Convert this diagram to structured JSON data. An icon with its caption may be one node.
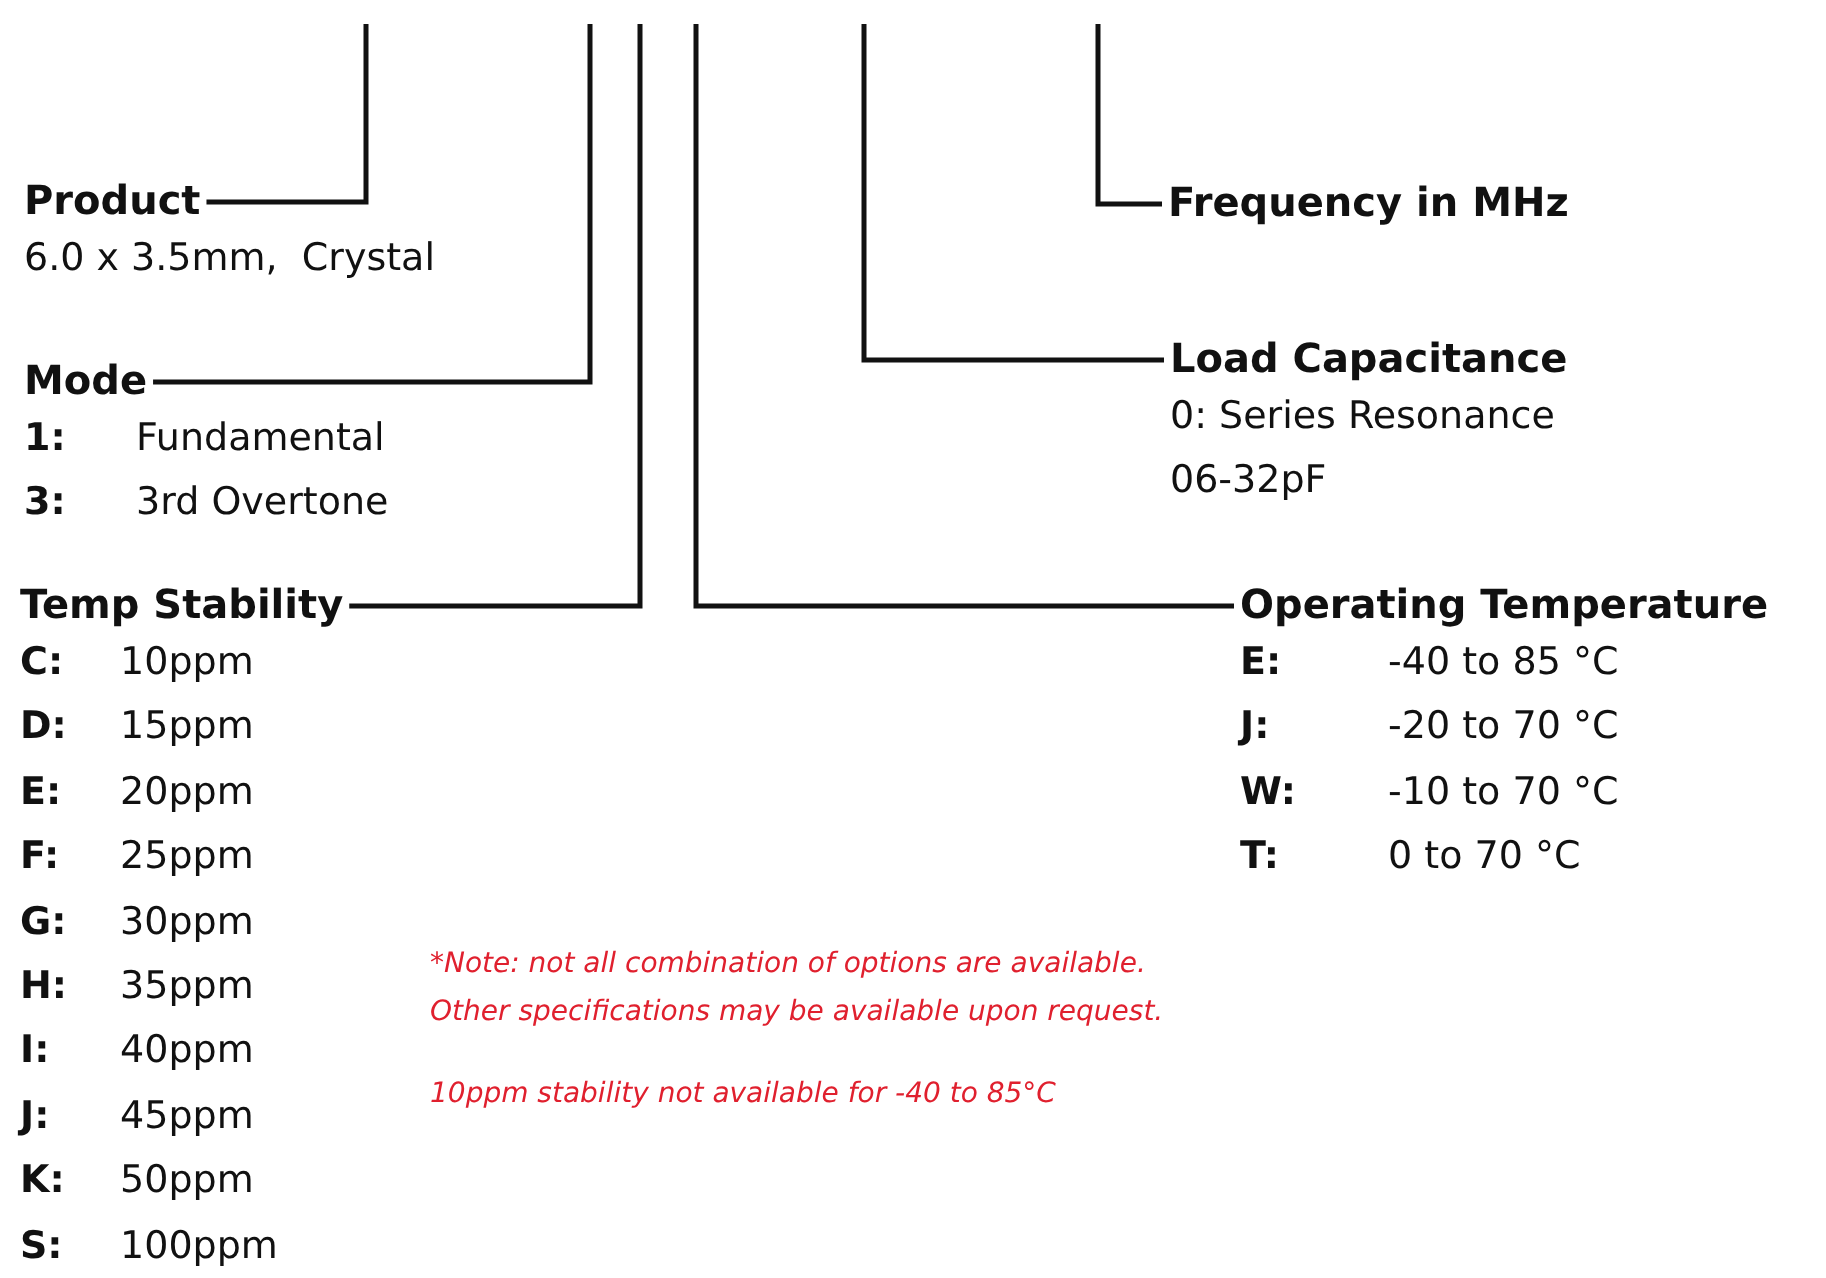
{
  "diagram": {
    "nodes": [
      {
        "text": [
          "Product",
          "6.0 x 3.5mm,  Crystal"
        ]
      },
      {
        "text": [
          "Frequency in MHz"
        ]
      },
      {
        "text": [
          "Mode",
          "**1:** Fundamental",
          "**3:** 3rd Overtone"
        ]
      },
      {
        "text": [
          "Load Capacitance",
          "0: Series Resonance",
          "06-32pF"
        ]
      },
      {
        "text": [
          "Temp Stability",
          "**C:** 10ppm",
          "**D:** 15ppm",
          "**E:** 20ppm",
          "**F:** 25ppm",
          "**G:** 30ppm",
          "**H:** 35ppm",
          "**I:** 40ppm",
          "**J:** 45ppm",
          "**K:** 50ppm",
          "**S:** 100ppm"
        ]
      },
      {
        "text": [
          "Operating Temperature",
          "**E:** -40 to 85 °C",
          "**J:** -20 to 70 °C",
          "**W:** -10 to 70 °C",
          "**T:** 0 to 70 °C"
        ]
      }
    ],
    "edges": [
      {
        "from": null,
        "to": 0,
        "arrow": "none"
      },
      {
        "from": null,
        "to": 2,
        "arrow": "none"
      },
      {
        "from": null,
        "to": 4,
        "arrow": "none"
      },
      {
        "from": null,
        "to": 5,
        "arrow": "none"
      },
      {
        "from": null,
        "to": 3,
        "arrow": "none"
      },
      {
        "from": null,
        "to": 1,
        "arrow": "none"
      }
    ],
    "labels": [
      "*Note: not all combination of options are available.",
      "Other specifications may be available upon request.",
      "10ppm stability not available for -40 to 85°C"
    ]
  }
}
